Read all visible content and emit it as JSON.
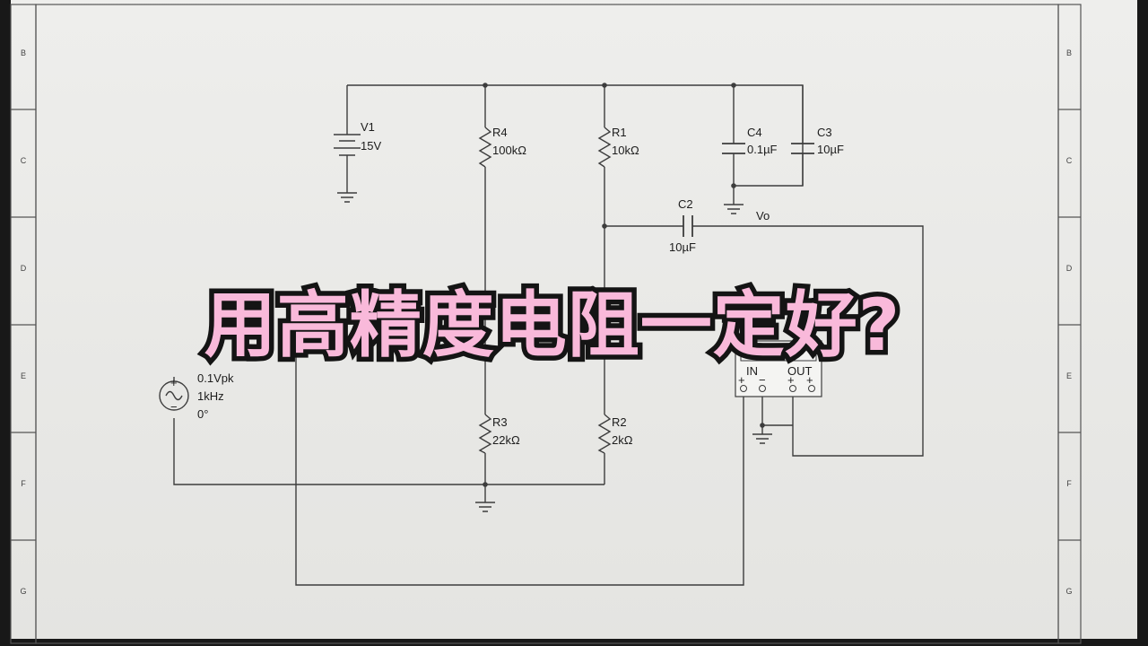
{
  "overlay": {
    "title": "用高精度电阻一定好?"
  },
  "frame_zones": {
    "left": [
      "B",
      "C",
      "D",
      "E",
      "F",
      "G"
    ],
    "right": [
      "B",
      "C",
      "D",
      "E",
      "F",
      "G"
    ]
  },
  "components": {
    "v1": {
      "ref": "V1",
      "value": "15V"
    },
    "r4": {
      "ref": "R4",
      "value": "100kΩ"
    },
    "r1": {
      "ref": "R1",
      "value": "10kΩ"
    },
    "c4": {
      "ref": "C4",
      "value": "0.1µF"
    },
    "c3": {
      "ref": "C3",
      "value": "10µF"
    },
    "c2": {
      "ref": "C2",
      "value": "10µF"
    },
    "vo": {
      "label": "Vo"
    },
    "source": {
      "amplitude": "0.1Vpk",
      "frequency": "1kHz",
      "phase": "0°",
      "plus": "+",
      "minus": "−"
    },
    "r3": {
      "ref": "R3",
      "value": "22kΩ"
    },
    "r2": {
      "ref": "R2",
      "value": "2kΩ"
    },
    "scope": {
      "in_label": "IN",
      "out_label": "OUT",
      "pins": [
        "+",
        "−",
        "+",
        "+"
      ]
    }
  },
  "colors": {
    "paper": "#ecebe8",
    "wire": "#3d3d3d",
    "title_fill": "#f9b9da",
    "title_stroke": "#141414"
  }
}
